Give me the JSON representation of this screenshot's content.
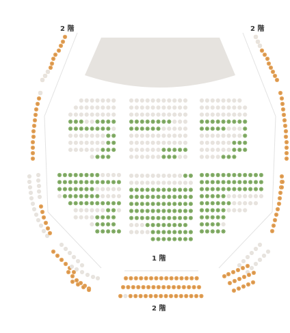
{
  "labels": {
    "floor2_top_left": "2 階",
    "floor2_top_right": "2 階",
    "floor1": "1 階",
    "floor2_bottom": "2 階"
  },
  "colors": {
    "available": "#8bb36f",
    "available_check": "#6f9a55",
    "unavailable": "#e7e3de",
    "balcony": "#e5a55c",
    "balcony_check": "#cf8a40",
    "stage": "#e6e3df",
    "outline": "#e2e2e2"
  },
  "legend": {
    "stage": "stage",
    "available": "available-seat",
    "unavailable": "sold-seat",
    "balcony": "balcony-seat"
  }
}
